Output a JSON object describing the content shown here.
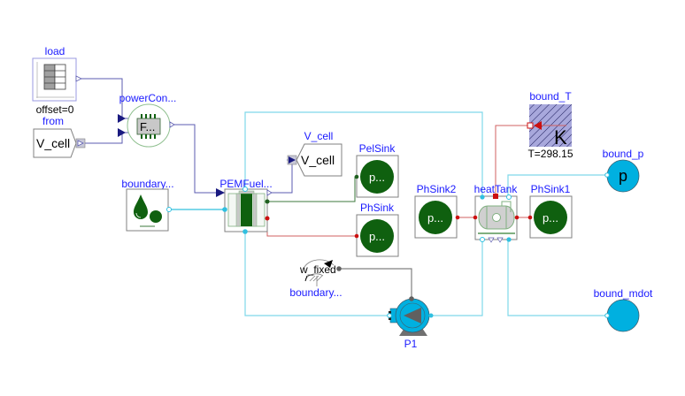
{
  "diagram": {
    "colors": {
      "label": "#1a1aff",
      "fluid_line": "#7fd8ea",
      "signal_line": "#5b5bb0",
      "electric_line": "#3c7a3c",
      "heat_line": "#d06060",
      "mech_line": "#808080",
      "sink_green": "#0f600f",
      "boundary_blue": "#00b0e0",
      "bound_T_fill": "#a8a8dc"
    },
    "components": {
      "load": {
        "name": "load",
        "param": "offset=0"
      },
      "from": {
        "name": "from",
        "text": "V_cell"
      },
      "powerCon": {
        "name": "powerCon...",
        "inner": "F..."
      },
      "boundary_water": {
        "name": "boundary..."
      },
      "pemfuel": {
        "name": "PEMFuel..."
      },
      "v_cell_out": {
        "name": "V_cell",
        "text": "V_cell"
      },
      "pelSink": {
        "name": "PelSink",
        "inner": "p..."
      },
      "phSink": {
        "name": "PhSink",
        "inner": "p..."
      },
      "phSink2": {
        "name": "PhSink2",
        "inner": "p..."
      },
      "heatTank": {
        "name": "heatTank"
      },
      "phSink1": {
        "name": "PhSink1",
        "inner": "p..."
      },
      "bound_T": {
        "name": "bound_T",
        "symbol": "K",
        "param": "T=298.15"
      },
      "bound_p": {
        "name": "bound_p",
        "symbol": "p"
      },
      "bound_mdot": {
        "name": "bound_mdot"
      },
      "boundary_w": {
        "name": "boundary...",
        "param": "w_fixed"
      },
      "pump": {
        "name": "P1"
      }
    }
  }
}
